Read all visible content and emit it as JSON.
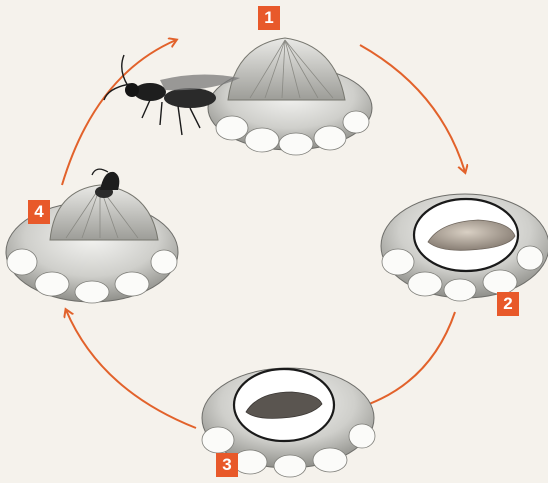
{
  "colors": {
    "background": "#f5f2ec",
    "arrow": "#e2622b",
    "badge": "#e8592a"
  },
  "stages": [
    {
      "number": "1"
    },
    {
      "number": "2"
    },
    {
      "number": "3"
    },
    {
      "number": "4"
    }
  ]
}
